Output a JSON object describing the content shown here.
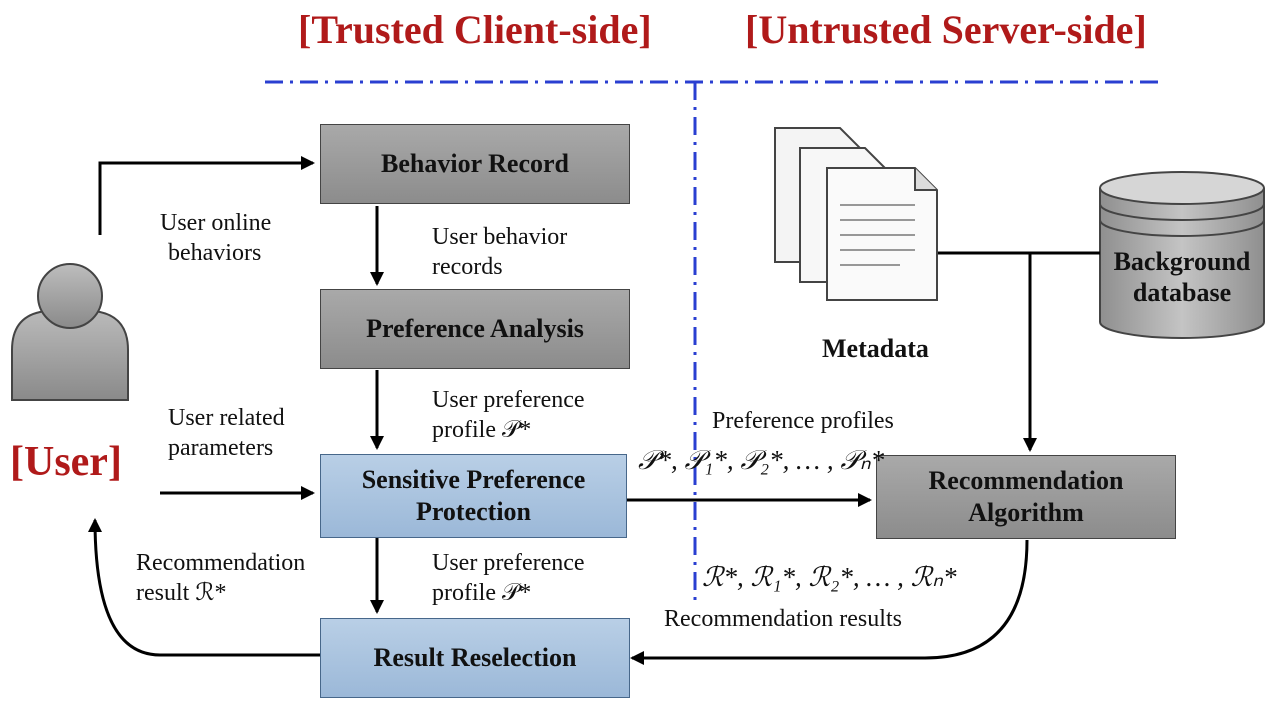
{
  "headers": {
    "client": "[Trusted Client-side]",
    "server": "[Untrusted Server-side]"
  },
  "user_label": "[User]",
  "boxes": {
    "behavior_record": "Behavior Record",
    "preference_analysis": "Preference Analysis",
    "sensitive_protection_line1": "Sensitive Preference",
    "sensitive_protection_line2": "Protection",
    "result_reselection": "Result Reselection",
    "recommendation_line1": "Recommendation",
    "recommendation_line2": "Algorithm"
  },
  "labels": {
    "online_1": "User online",
    "online_2": "behaviors",
    "records_1": "User behavior",
    "records_2": "records",
    "related_1": "User related",
    "related_2": "parameters",
    "pref_profile_1": "User preference",
    "pref_profile_2": "profile 𝒫*",
    "pref_profile_b1": "User preference",
    "pref_profile_b2": "profile 𝒫*",
    "rec_result_1": "Recommendation",
    "rec_result_2": "result  ℛ*",
    "pref_profiles": "Preference profiles",
    "pref_profiles_math": "𝒫*, 𝒫₁*, 𝒫₂*, … , 𝒫ₙ*",
    "rec_results_math": "ℛ*, ℛ₁*, ℛ₂*, … , ℛₙ*",
    "rec_results": "Recommendation results",
    "metadata": "Metadata",
    "background_1": "Background",
    "background_2": "database"
  },
  "icons": [
    "user-icon",
    "document-stack-icon",
    "database-icon"
  ]
}
